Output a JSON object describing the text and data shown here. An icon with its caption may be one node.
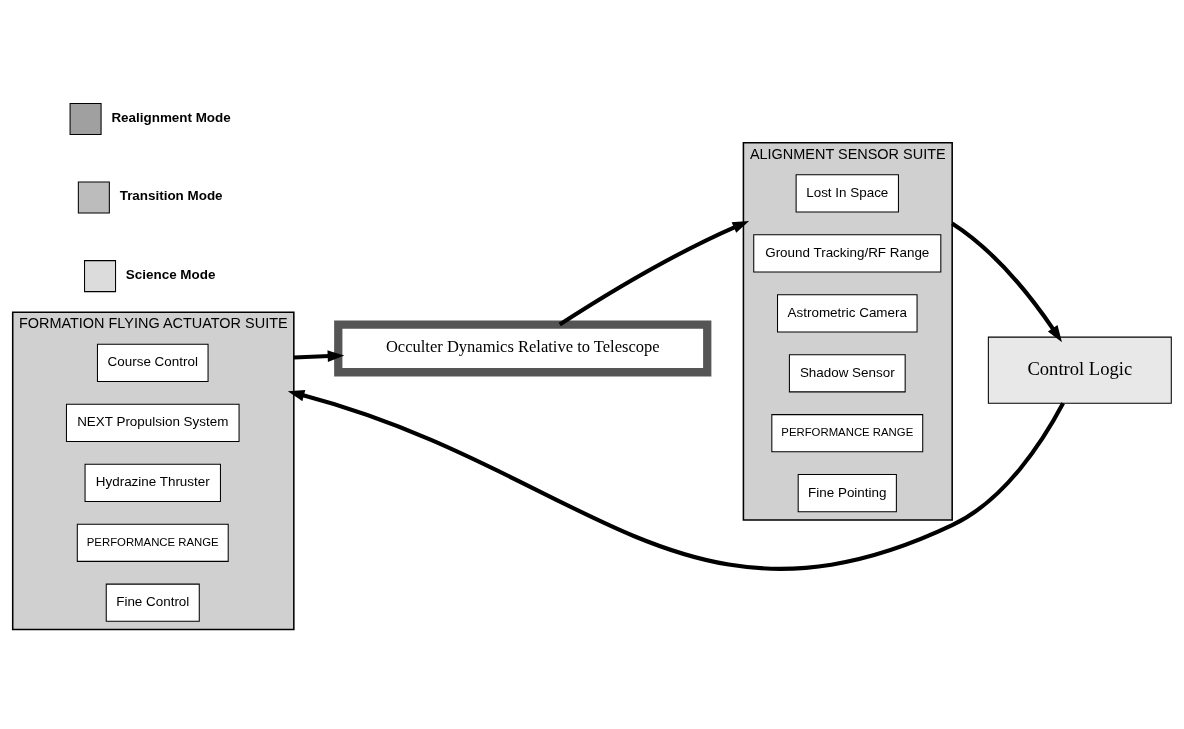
{
  "diagram": {
    "nodes": [
      {
        "text": [
          "FORMATION FLYING ACTUATOR SUITE"
        ]
      },
      {
        "text": [
          "Course Control"
        ],
        "in": 0
      },
      {
        "text": [
          "NEXT Propulsion System"
        ],
        "in": 0
      },
      {
        "text": [
          "Hydrazine Thruster"
        ],
        "in": 0
      },
      {
        "text": [
          "PERFORMANCE RANGE"
        ],
        "in": 0
      },
      {
        "text": [
          "Fine Control"
        ],
        "in": 0
      },
      {
        "text": [
          "Occulter Dynamics Relative to Telescope"
        ]
      },
      {
        "text": [
          "ALIGNMENT SENSOR SUITE"
        ]
      },
      {
        "text": [
          "Lost In Space"
        ],
        "in": 7
      },
      {
        "text": [
          "Ground Tracking/RF Range"
        ],
        "in": 7
      },
      {
        "text": [
          "Astrometric Camera"
        ],
        "in": 7
      },
      {
        "text": [
          "Shadow Sensor"
        ],
        "in": 7
      },
      {
        "text": [
          "PERFORMANCE RANGE"
        ],
        "in": 7
      },
      {
        "text": [
          "Fine Pointing"
        ],
        "in": 7
      },
      {
        "text": [
          "Control Logic"
        ]
      }
    ],
    "edges": [
      {
        "from": 14,
        "to": 0,
        "arrow": "to"
      },
      {
        "from": 0,
        "to": 6,
        "arrow": "to"
      },
      {
        "from": 6,
        "to": 7,
        "arrow": "to"
      },
      {
        "from": 7,
        "to": 14,
        "arrow": "to"
      }
    ],
    "legend": [
      {
        "text": "Realignment Mode"
      },
      {
        "text": "Transition Mode"
      },
      {
        "text": "Science Mode"
      }
    ]
  }
}
